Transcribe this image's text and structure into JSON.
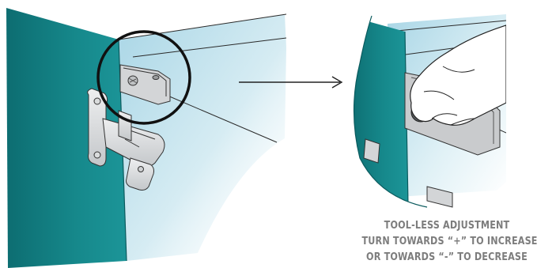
{
  "caption": {
    "line1": "TOOL-LESS ADJUSTMENT",
    "line2": "TURN TOWARDS “+” TO INCREASE",
    "line3": "OR TOWARDS “-” TO DECREASE"
  },
  "colors": {
    "door_teal": "#1a8f92",
    "door_dark": "#0f6f73",
    "cabinet_blue": "#bfe1ec",
    "hinge_grey": "#d6d8da",
    "text_grey": "#7d7d7d"
  }
}
